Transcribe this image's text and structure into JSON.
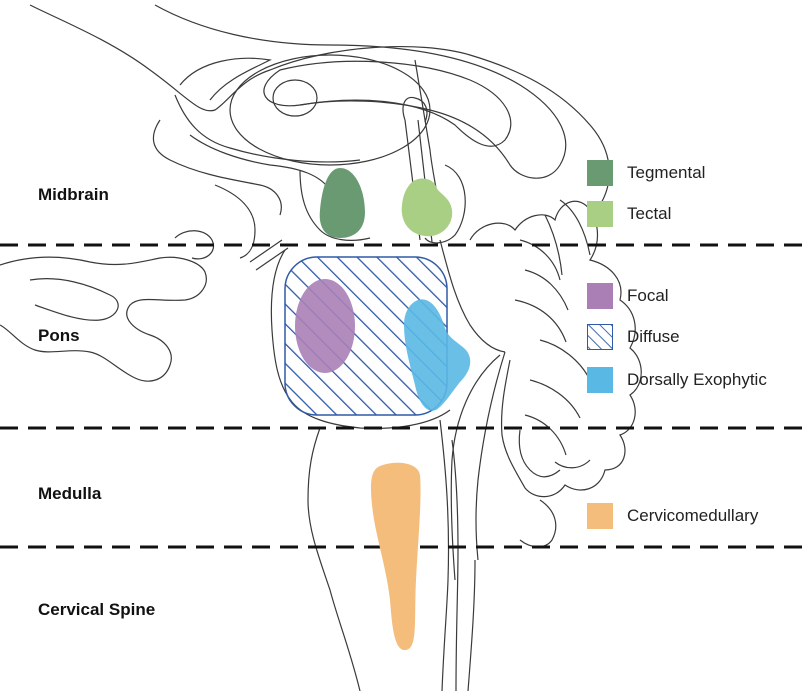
{
  "regions": {
    "midbrain": "Midbrain",
    "pons": "Pons",
    "medulla": "Medulla",
    "cervical_spine": "Cervical Spine"
  },
  "legend": [
    {
      "label": "Tegmental",
      "color": "#6a9a72",
      "pattern": "solid"
    },
    {
      "label": "Tectal",
      "color": "#a9cf85",
      "pattern": "solid"
    },
    {
      "label": "Focal",
      "color": "#a97fb6",
      "pattern": "solid"
    },
    {
      "label": "Diffuse",
      "color": "#2f5aa8",
      "pattern": "hatched"
    },
    {
      "label": "Dorsally Exophytic",
      "color": "#5ab8e4",
      "pattern": "solid"
    },
    {
      "label": "Cervicomedullary",
      "color": "#f4bd7c",
      "pattern": "solid"
    }
  ]
}
